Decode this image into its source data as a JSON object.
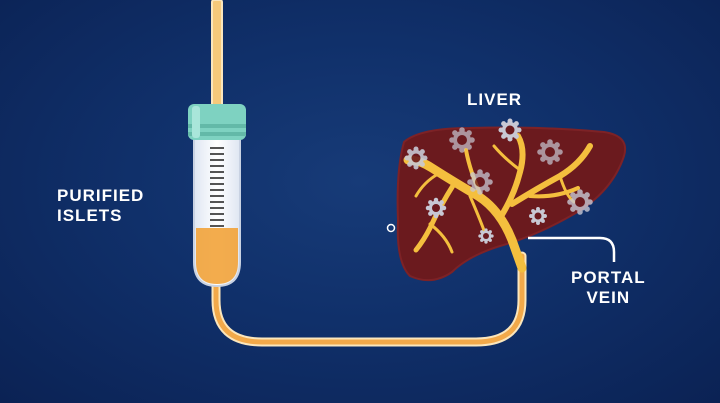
{
  "labels": {
    "islets_line1": "PURIFIED",
    "islets_line2": "ISLETS",
    "liver": "LIVER",
    "vein_line1": "PORTAL",
    "vein_line2": "VEIN"
  },
  "colors": {
    "background": "#10306a",
    "tube": "#f6c97a",
    "tube_fill": "#f2a33a",
    "cap": "#7ed2c1",
    "liver": "#6b1a1e",
    "vessels": "#f4bf3e",
    "islet": "#c8c8d4",
    "text": "#ffffff"
  },
  "icons": {
    "container": "test-tube-icon",
    "organ": "liver-icon",
    "cells": "islet-cluster-icon"
  }
}
